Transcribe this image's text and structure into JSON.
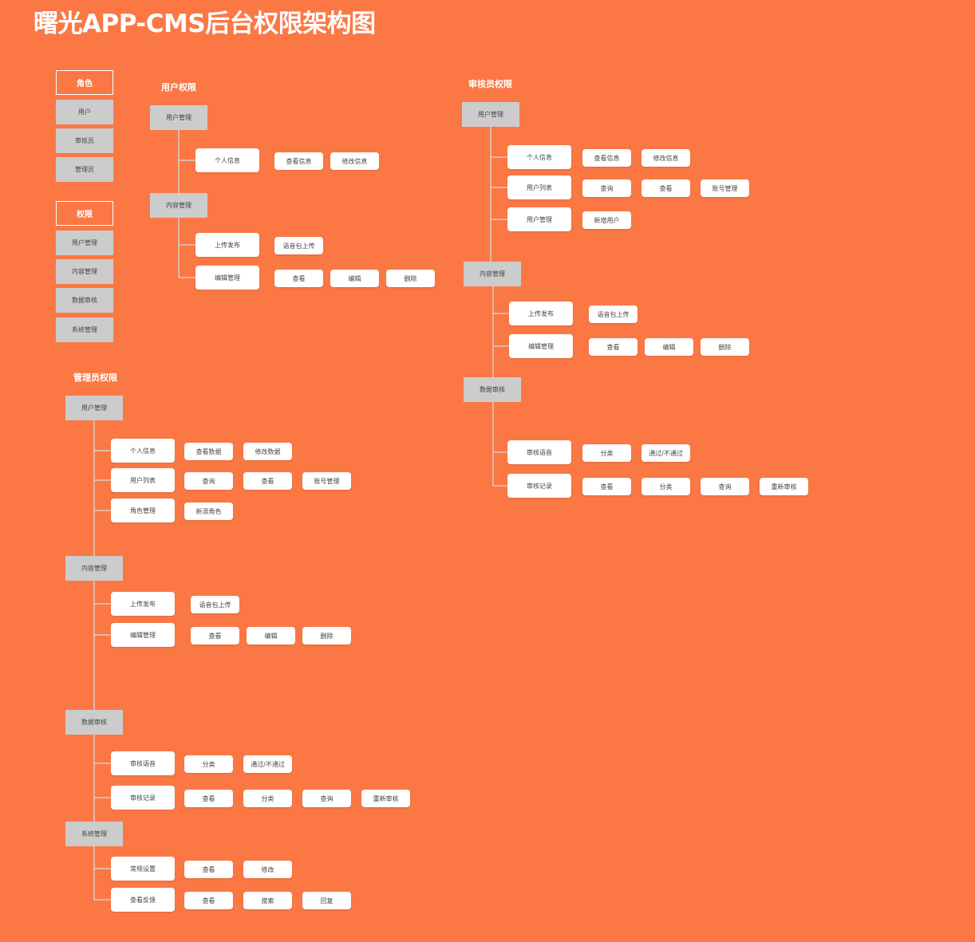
{
  "title": "曙光APP-CMS后台权限架构图",
  "colors": {
    "background": "#FB7845",
    "category": "#CCCCCC",
    "node": "#FFFFFF",
    "line": "#D9D9D9",
    "text": "#444444"
  },
  "legend": {
    "roles": {
      "header": "角色",
      "items": [
        "用户",
        "审核员",
        "管理员"
      ]
    },
    "permissions": {
      "header": "权限",
      "items": [
        "用户管理",
        "内容管理",
        "数据审核",
        "系统管理"
      ]
    }
  },
  "sections": [
    {
      "id": "user-permissions",
      "title": "用户权限",
      "categories": [
        {
          "label": "用户管理",
          "children": [
            {
              "label": "个人信息",
              "actions": [
                "查看信息",
                "修改信息"
              ]
            }
          ]
        },
        {
          "label": "内容管理",
          "children": [
            {
              "label": "上传发布",
              "actions": [
                "语音包上传"
              ]
            },
            {
              "label": "编辑管理",
              "actions": [
                "查看",
                "编辑",
                "删除"
              ]
            }
          ]
        }
      ]
    },
    {
      "id": "reviewer-permissions",
      "title": "审核员权限",
      "categories": [
        {
          "label": "用户管理",
          "children": [
            {
              "label": "个人信息",
              "actions": [
                "查看信息",
                "修改信息"
              ]
            },
            {
              "label": "用户列表",
              "actions": [
                "查询",
                "查看",
                "账号管理"
              ]
            },
            {
              "label": "用户管理",
              "actions": [
                "新增用户"
              ]
            }
          ]
        },
        {
          "label": "内容管理",
          "children": [
            {
              "label": "上传发布",
              "actions": [
                "语音包上传"
              ]
            },
            {
              "label": "编辑管理",
              "actions": [
                "查看",
                "编辑",
                "删除"
              ]
            }
          ]
        },
        {
          "label": "数据审核",
          "children": [
            {
              "label": "审核语音",
              "actions": [
                "分类",
                "通过/不通过"
              ]
            },
            {
              "label": "审核记录",
              "actions": [
                "查看",
                "分类",
                "查询",
                "重新审核"
              ]
            }
          ]
        }
      ]
    },
    {
      "id": "admin-permissions",
      "title": "管理员权限",
      "categories": [
        {
          "label": "用户管理",
          "children": [
            {
              "label": "个人信息",
              "actions": [
                "查看数据",
                "修改数据"
              ]
            },
            {
              "label": "用户列表",
              "actions": [
                "查询",
                "查看",
                "账号管理"
              ]
            },
            {
              "label": "角色管理",
              "actions": [
                "新添角色"
              ]
            }
          ]
        },
        {
          "label": "内容管理",
          "children": [
            {
              "label": "上传发布",
              "actions": [
                "语音包上传"
              ]
            },
            {
              "label": "编辑管理",
              "actions": [
                "查看",
                "编辑",
                "删除"
              ]
            }
          ]
        },
        {
          "label": "数据审核",
          "children": [
            {
              "label": "审核语音",
              "actions": [
                "分类",
                "通过/不通过"
              ]
            },
            {
              "label": "审核记录",
              "actions": [
                "查看",
                "分类",
                "查询",
                "重新审核"
              ]
            }
          ]
        },
        {
          "label": "系统管理",
          "children": [
            {
              "label": "常规设置",
              "actions": [
                "查看",
                "修改"
              ]
            },
            {
              "label": "查看反馈",
              "actions": [
                "查看",
                "搜索",
                "回复"
              ]
            }
          ]
        }
      ]
    }
  ]
}
